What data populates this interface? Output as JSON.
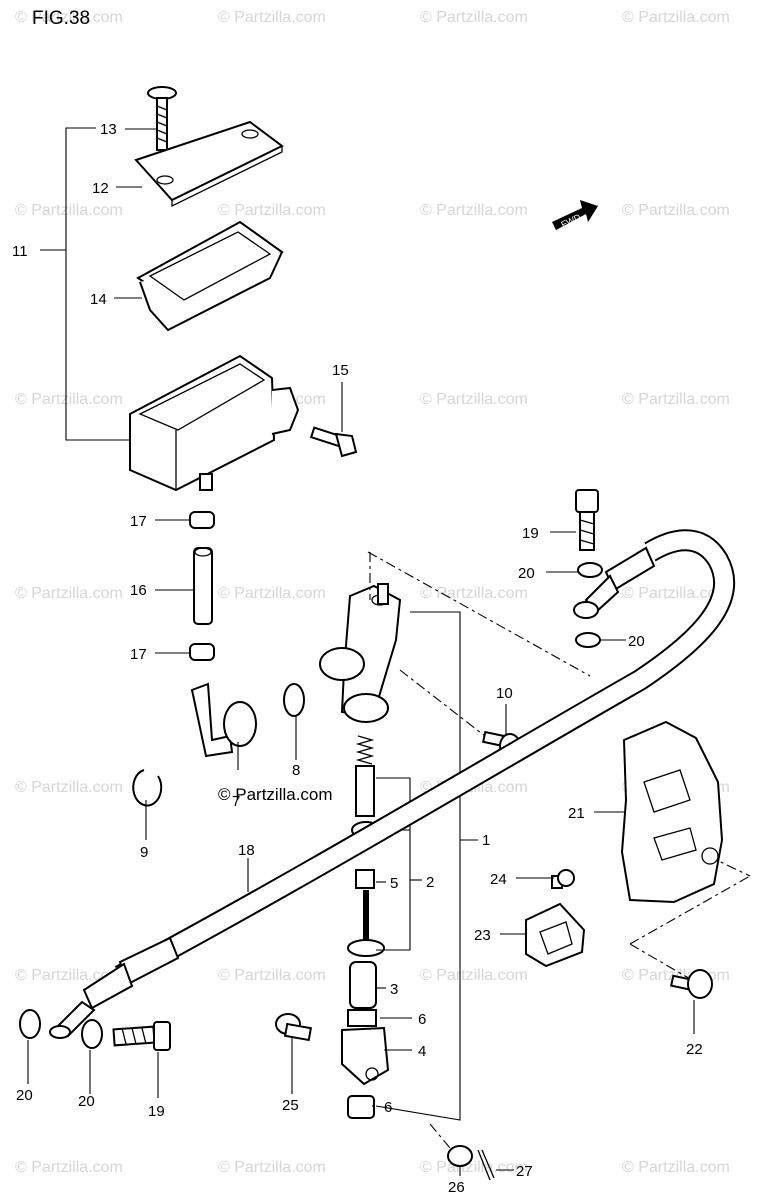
{
  "figure_label": "FIG.38",
  "watermark_text": "© Partzilla.com",
  "brand_text": "© Partzilla.com",
  "fwd_label": "FWD",
  "part_labels": {
    "p1": "1",
    "p2": "2",
    "p3": "3",
    "p4": "4",
    "p5": "5",
    "p6a": "6",
    "p6b": "6",
    "p7": "7",
    "p8": "8",
    "p9": "9",
    "p10": "10",
    "p11": "11",
    "p12": "12",
    "p13": "13",
    "p14": "14",
    "p15": "15",
    "p16": "16",
    "p17a": "17",
    "p17b": "17",
    "p18": "18",
    "p19a": "19",
    "p19b": "19",
    "p20a": "20",
    "p20b": "20",
    "p20c": "20",
    "p20d": "20",
    "p21": "21",
    "p22": "22",
    "p23": "23",
    "p24": "24",
    "p25": "25",
    "p26": "26",
    "p27": "27"
  }
}
